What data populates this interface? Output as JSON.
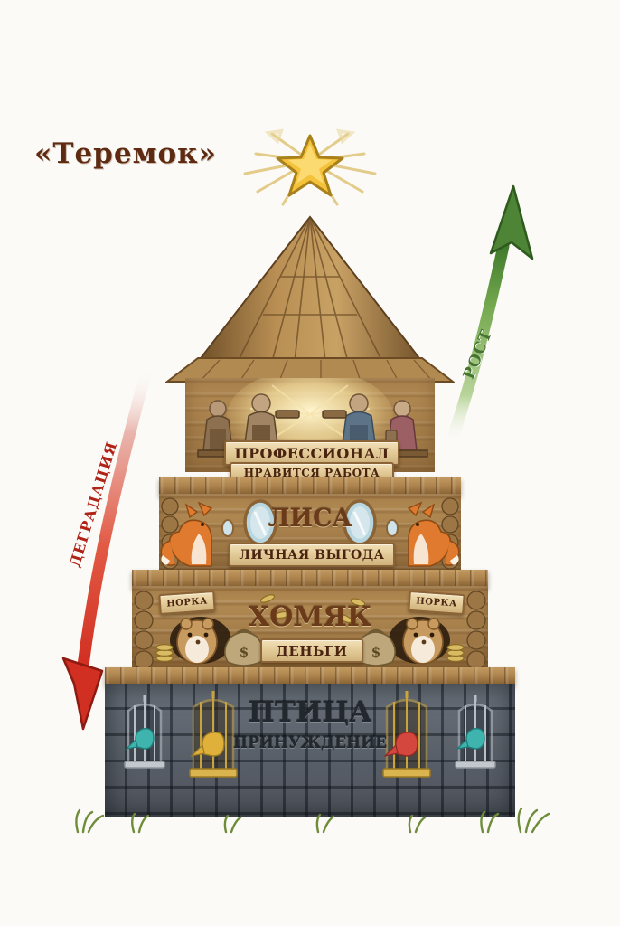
{
  "poster": {
    "title": "«Теремок»",
    "background_color": "#fbfaf6"
  },
  "arrows": [
    {
      "id": "growth",
      "label": "РОСТ",
      "direction": "up",
      "color": "#4e8436",
      "side": "right",
      "meaning": "Движение вверх по уровням мотивации"
    },
    {
      "id": "degradation",
      "label": "ДЕГРАДАЦИЯ",
      "direction": "down",
      "color": "#d12f21",
      "side": "left",
      "meaning": "Движение вниз по уровням мотивации"
    }
  ],
  "tower": {
    "spire": {
      "star_color": "#f5c33b",
      "ray_color": "#e8cf86"
    },
    "levels": [
      {
        "index": 1,
        "rank": "top",
        "title": "ПРОФЕССИОНАЛ",
        "subtitle": "НРАВИТСЯ РАБОТА",
        "material": "wood",
        "scene": "Четыре мастера за верстаками в сиянии света",
        "figures": [
          "craftsman",
          "craftsman",
          "blacksmith",
          "potter"
        ],
        "side_signs": []
      },
      {
        "index": 2,
        "rank": "second",
        "title": "ЛИСА",
        "subtitle": "ЛИЧНАЯ ВЫГОДА",
        "material": "wood",
        "scene": "Две лисы с зеркалами по краям яруса",
        "figures": [
          "fox",
          "fox"
        ],
        "decor": [
          "oval-mirror",
          "oval-mirror",
          "hand-mirror",
          "hand-mirror"
        ],
        "side_signs": []
      },
      {
        "index": 3,
        "rank": "third",
        "title": "ХОМЯК",
        "subtitle": "ДЕНЬГИ",
        "material": "wood",
        "scene": "Два хомяка в норах с мешками денег и монетами",
        "figures": [
          "hamster",
          "hamster"
        ],
        "decor": [
          "money-bag",
          "money-bag",
          "coin-stack",
          "coin-stack"
        ],
        "side_signs": [
          "НОРКА",
          "НОРКА"
        ]
      },
      {
        "index": 4,
        "rank": "bottom",
        "title": "ПТИЦА",
        "subtitle": "ПРИНУЖДЕНИЕ",
        "material": "stone",
        "scene": "Четыре птицы в клетках на каменном основании",
        "cages": [
          {
            "cage_color": "silver",
            "bird_color": "#3fb3ad"
          },
          {
            "cage_color": "gold",
            "bird_color": "#e0b13a"
          },
          {
            "cage_color": "gold",
            "bird_color": "#d4473f"
          },
          {
            "cage_color": "silver",
            "bird_color": "#3fb3ad"
          }
        ],
        "side_signs": []
      }
    ],
    "base": {
      "grass_color": "#6f8c3a",
      "stone_color": "#4a515b"
    }
  }
}
